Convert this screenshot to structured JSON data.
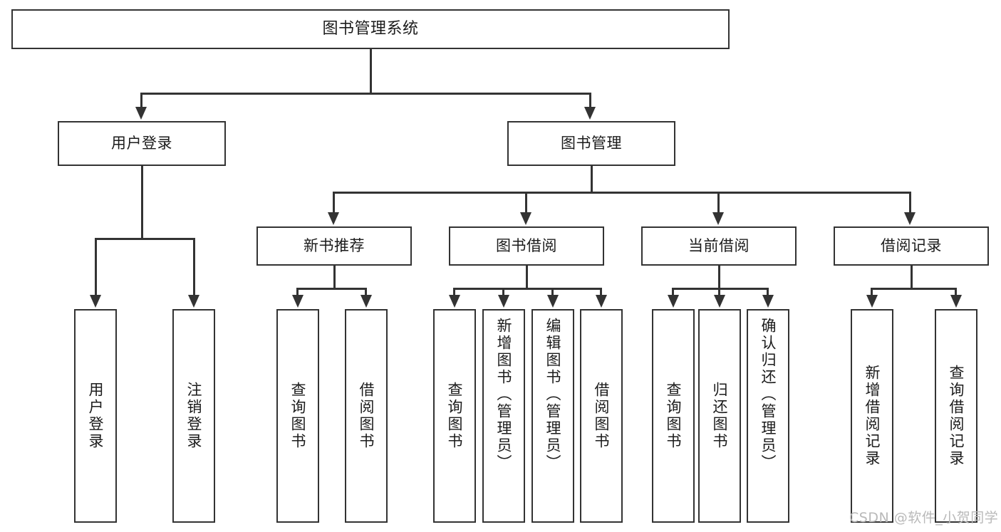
{
  "diagram": {
    "title": "图书管理系统",
    "type": "tree-hierarchy-chart",
    "root": {
      "label": "图书管理系统"
    },
    "level2": [
      {
        "label": "用户登录"
      },
      {
        "label": "图书管理"
      }
    ],
    "level3": [
      {
        "label": "新书推荐"
      },
      {
        "label": "图书借阅"
      },
      {
        "label": "当前借阅"
      },
      {
        "label": "借阅记录"
      }
    ],
    "leaves": [
      {
        "label": "用户登录",
        "parent": "用户登录"
      },
      {
        "label": "注销登录",
        "parent": "用户登录"
      },
      {
        "label": "查询图书",
        "parent": "新书推荐"
      },
      {
        "label": "借阅图书",
        "parent": "新书推荐"
      },
      {
        "label": "查询图书",
        "parent": "图书借阅"
      },
      {
        "label": "新增图书（管理员）",
        "parent": "图书借阅"
      },
      {
        "label": "编辑图书（管理员）",
        "parent": "图书借阅"
      },
      {
        "label": "借阅图书",
        "parent": "图书借阅"
      },
      {
        "label": "查询图书",
        "parent": "当前借阅"
      },
      {
        "label": "归还图书",
        "parent": "当前借阅"
      },
      {
        "label": "确认归还（管理员）",
        "parent": "当前借阅"
      },
      {
        "label": "新增借阅记录",
        "parent": "借阅记录"
      },
      {
        "label": "查询借阅记录",
        "parent": "借阅记录"
      }
    ]
  },
  "watermark": {
    "text": "CSDN @软件_小贺同学"
  },
  "colors": {
    "stroke": "#333333",
    "background": "#ffffff",
    "text": "#1b1b1b",
    "watermark": "#b9b9b9"
  }
}
